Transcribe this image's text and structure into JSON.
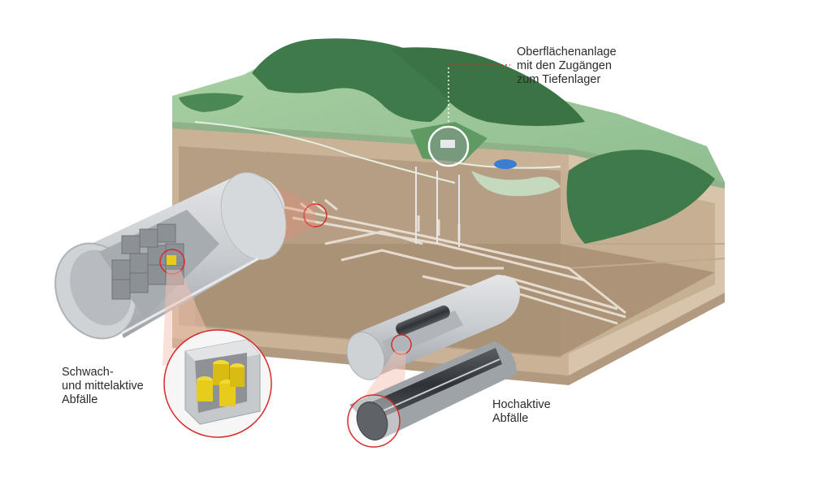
{
  "labels": {
    "surface": "Oberflächenanlage\nmit den Zugängen\nzum Tiefenlager",
    "low_medium": "Schwach-\nund mittelaktive\nAbfälle",
    "high": "Hochaktive\nAbfälle"
  },
  "colors": {
    "highlight": "#d62b2b",
    "forest": "#3f7a4a",
    "terrain": "#9cc89a",
    "rock": "#cbb8a0",
    "drum": "#e8cc1c"
  },
  "icons": [
    "surface-facility-icon",
    "waste-drum-icon",
    "canister-icon"
  ]
}
